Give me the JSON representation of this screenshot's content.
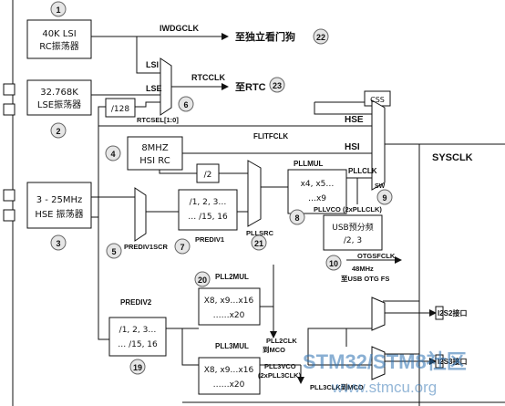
{
  "blocks": {
    "lsi_rc": [
      "40K LSI",
      "RC振荡器"
    ],
    "lse_osc": [
      "32.768K",
      "LSE振荡器"
    ],
    "hse_osc": [
      "3 - 25MHz",
      "HSE 振荡器"
    ],
    "hsi_rc": [
      "8MHZ",
      "HSI RC"
    ],
    "div128": "/128",
    "div2": "/2",
    "prediv1_box": [
      "/1, 2, 3…",
      "… /15, 16"
    ],
    "pllmul_box": [
      "x4, x5…",
      "…x9"
    ],
    "usb_prescaler": [
      "USB预分频",
      "/2, 3"
    ],
    "prediv2_box": [
      "/1, 2, 3…",
      "… /15, 16"
    ],
    "pll2mul_box": [
      "X8, x9…x16",
      "……x20"
    ],
    "pll3mul_box": [
      "X8, x9…x16",
      "……x20"
    ],
    "css": "CSS"
  },
  "labels": {
    "iwdgclk": "IWDGCLK",
    "iwdg_target": "至独立看门狗",
    "rtcclk": "RTCCLK",
    "rtc_target": "至RTC",
    "lsi": "LSI",
    "lse": "LSE",
    "rtcsel": "RTCSEL[1:0]",
    "hse": "HSE",
    "hsi": "HSI",
    "flitfclk": "FLITFCLK",
    "pllclk": "PLLCLK",
    "pllmul": "PLLMUL",
    "sw": "SW",
    "sysclk": "SYSCLK",
    "pllvco": "PLLVCO (2xPLLCLK)",
    "otgsfclk": "OTGSFCLK",
    "usb_freq": "48MHz",
    "usb_target": "至USB OTG FS",
    "pllsrc": "PLLSRC",
    "prediv1": "PREDIV1",
    "prediv1src": "PREDIV1SCR",
    "prediv2": "PREDIV2",
    "pll2mul": "PLL2MUL",
    "pll3mul": "PLL3MUL",
    "pll2clk": "PLL2CLK",
    "to_mco_1": "到MCO",
    "pll3vco": "PLL3VCO",
    "pll3vco_2x": "(2xPLL3CLK)",
    "pll3clk": "PLL3CLK到MCO",
    "i2s2": "I2S2接口",
    "i2s3": "I2S3接口"
  },
  "numbers": [
    "1",
    "2",
    "3",
    "4",
    "5",
    "6",
    "7",
    "8",
    "9",
    "10",
    "19",
    "20",
    "21",
    "22",
    "23"
  ],
  "watermark": {
    "line1": "STM32/STM8社区",
    "line2": "www.stmcu.org"
  }
}
